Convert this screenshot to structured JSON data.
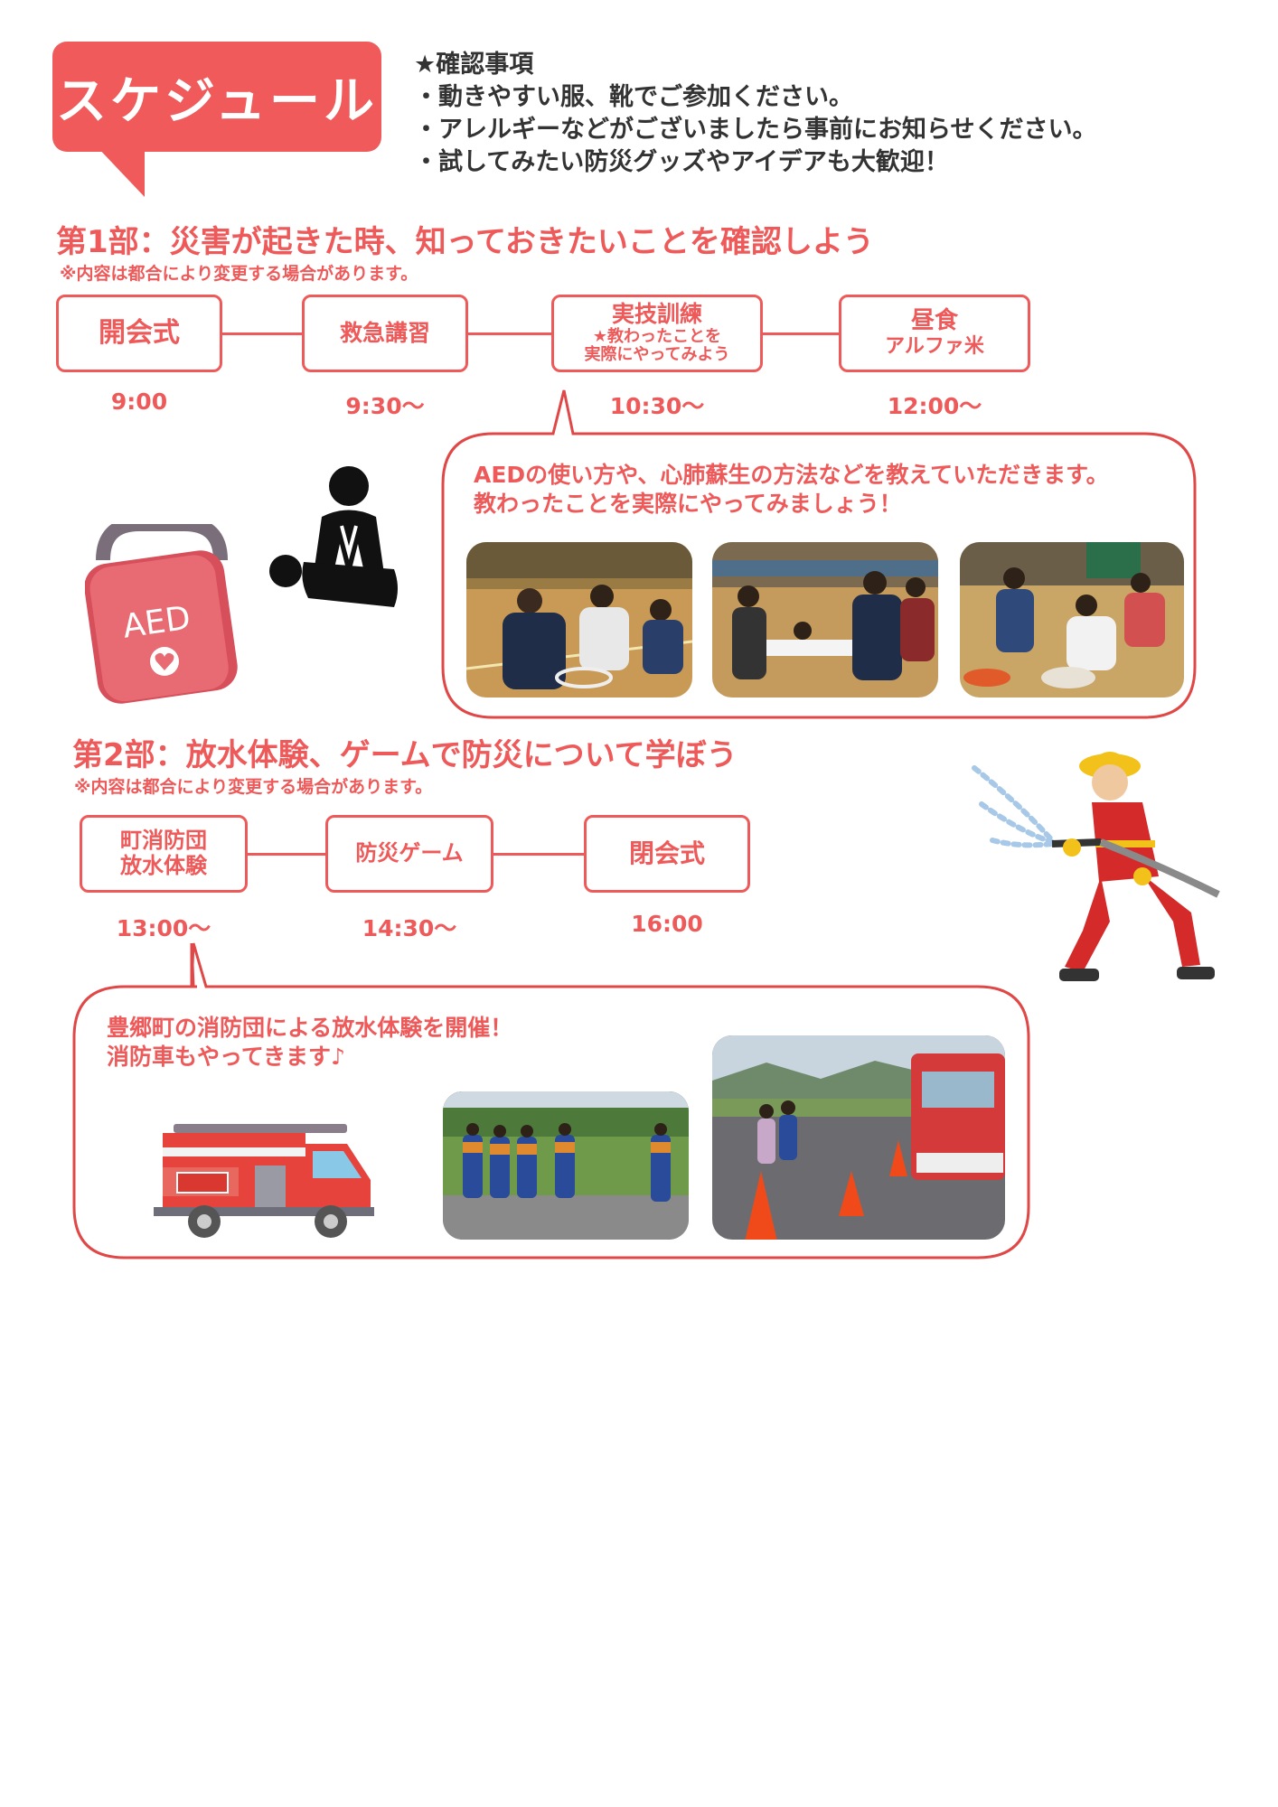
{
  "header": {
    "badge": "スケジュール",
    "notes_title": "★確認事項",
    "notes": [
      "・動きやすい服、靴でご参加ください。",
      "・アレルギーなどがございましたら事前にお知らせください。",
      "・試してみたい防災グッズやアイデアも大歓迎！"
    ]
  },
  "part1": {
    "title": "第1部：災害が起きた時、知っておきたいことを確認しよう",
    "note": "※内容は都合により変更する場合があります。",
    "steps": [
      {
        "label": "開会式",
        "time": "9:00"
      },
      {
        "label": "救急講習",
        "time": "9:30〜"
      },
      {
        "label": "実技訓練",
        "sub": "★教わったことを\n実際にやってみよう",
        "time": "10:30〜"
      },
      {
        "label": "昼食",
        "sub": "アルファ米",
        "time": "12:00〜"
      }
    ],
    "bubble": [
      "AEDの使い方や、心肺蘇生の方法などを教えていただきます。",
      "教わったことを実際にやってみましょう！"
    ],
    "aed_label": "AED"
  },
  "part2": {
    "title": "第2部：放水体験、ゲームで防災について学ぼう",
    "note": "※内容は都合により変更する場合があります。",
    "steps": [
      {
        "label": "町消防団\n放水体験",
        "time": "13:00〜"
      },
      {
        "label": "防災ゲーム",
        "time": "14:30〜"
      },
      {
        "label": "閉会式",
        "time": "16:00"
      }
    ],
    "bubble": [
      "豊郷町の消防団による放水体験を開催！",
      "消防車もやってきます♪"
    ]
  },
  "colors": {
    "accent": "#ee5a5a",
    "badge": "#f05a5a",
    "text": "#333333"
  }
}
